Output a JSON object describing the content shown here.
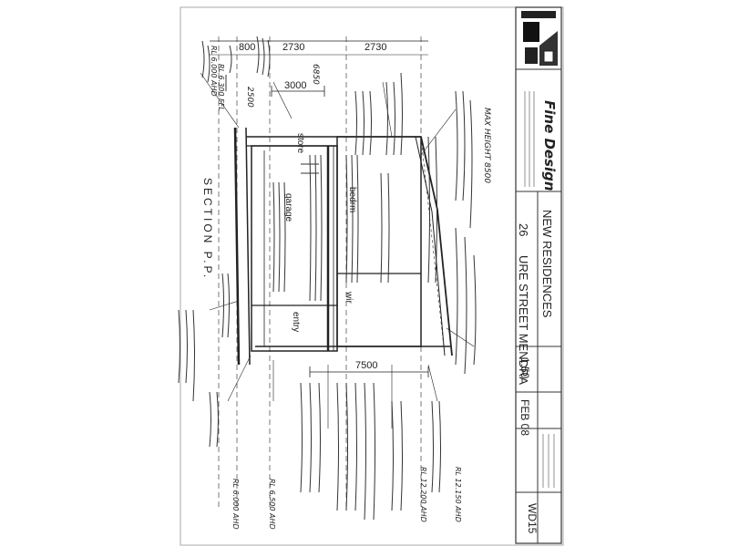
{
  "title_block": {
    "company": "Fine Design",
    "project": "NEW RESIDENCES",
    "address_number": "26",
    "address_street": "URE STREET MENDRA",
    "scale": "1:50",
    "date": "FEB 08",
    "drawing_no": "WD15"
  },
  "section_title": "SECTION P.P.",
  "max_height_label": "MAX HEIGHT 8500",
  "dimensions": {
    "d_800": "800",
    "d_2730_a": "2730",
    "d_2730_b": "2730",
    "d_3000": "3000",
    "d_7500": "7500",
    "d_2500": "2500",
    "d_6850": "6850"
  },
  "rooms": {
    "store": "store",
    "garage": "garage",
    "bedrm": "bedrm",
    "wir": "wir",
    "entry": "entry"
  },
  "level_labels": {
    "rl_left_top": "RL 6.000 AHD",
    "rl_left_mid": "RL 6.300 FFL",
    "rl_right_top": "RL 12.200 AHD",
    "rl_right_mid": "RL 12.150 AHD",
    "rl_bottom_a": "RL 6.000 AHD",
    "rl_bottom_b": "RL 6.500 AHD"
  }
}
